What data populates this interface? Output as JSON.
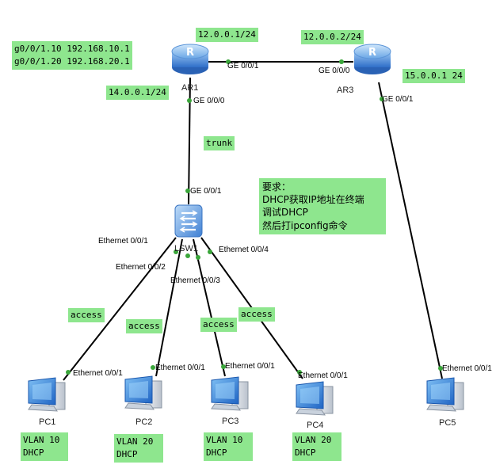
{
  "devices": {
    "ar1": "AR1",
    "ar3": "AR3",
    "lsw1": "LSW1",
    "pc1": "PC1",
    "pc2": "PC2",
    "pc3": "PC3",
    "pc4": "PC4",
    "pc5": "PC5"
  },
  "ports": {
    "ar1_g001": "GE 0/0/1",
    "ar3_g000": "GE 0/0/0",
    "ar1_g000": "GE 0/0/0",
    "ar3_g001": "GE 0/0/1",
    "lsw1_g001": "GE 0/0/1",
    "lsw1_e1": "Ethernet 0/0/1",
    "lsw1_e2": "Ethernet 0/0/2",
    "lsw1_e3": "Ethernet 0/0/3",
    "lsw1_e4": "Ethernet 0/0/4",
    "pc1_e1": "Ethernet 0/0/1",
    "pc2_e1": "Ethernet 0/0/1",
    "pc3_e1": "Ethernet 0/0/1",
    "pc4_e1": "Ethernet 0/0/1",
    "pc5_e1": "Ethernet 0/0/1"
  },
  "notes": {
    "subifs": [
      "g0/0/1.10 192.168.10.1",
      "g0/0/1.20 192.168.20.1"
    ],
    "ip_ar1_link": "12.0.0.1/24",
    "ip_ar3_link": "12.0.0.2/24",
    "ip_ar1_g000": "14.0.0.1/24",
    "ip_ar3_g001": "15.0.0.1 24",
    "trunk": "trunk",
    "access1": "access",
    "access2": "access",
    "access3": "access",
    "access4": "access",
    "requirement": [
      "要求：",
      "DHCP获取IP地址在终端",
      "调试DHCP",
      "然后打ipconfig命令"
    ],
    "pc1_info": [
      "VLAN 10",
      "DHCP"
    ],
    "pc2_info": [
      "VLAN 20",
      "DHCP"
    ],
    "pc3_info": [
      "VLAN 10",
      "DHCP"
    ],
    "pc4_info": [
      "VLAN 20",
      "DHCP"
    ]
  },
  "colors": {
    "note_bg": "#8ee68e",
    "link": "#000000",
    "port_dot": "#3aa63a",
    "router_blue": "#3d7fd6"
  }
}
